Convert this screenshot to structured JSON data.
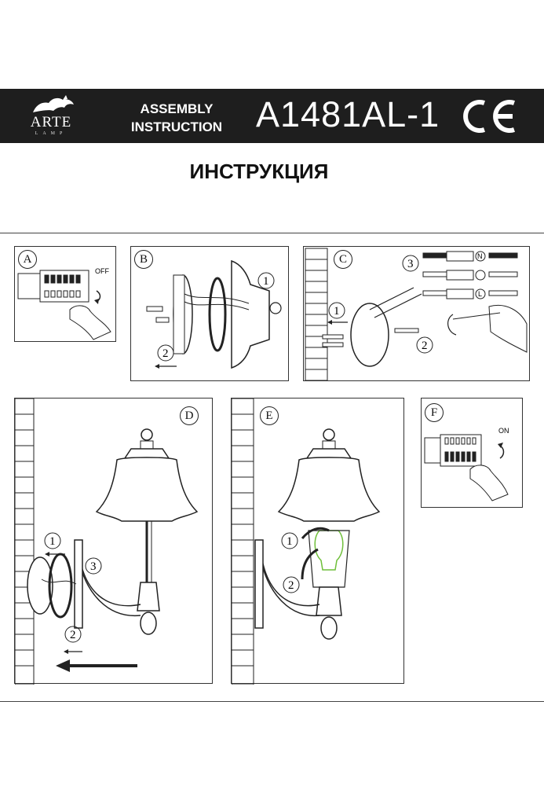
{
  "header": {
    "brand": "ARTE",
    "brand_sub": "LAMP",
    "assembly_line1": "ASSEMBLY",
    "assembly_line2": "INSTRUCTION",
    "model": "A1481AL-1",
    "cert_mark": "CE"
  },
  "title_ru": "ИНСТРУКЦИЯ",
  "colors": {
    "banner": "#1e1e1e",
    "line": "#222222",
    "bulb": "#6fbf3a"
  },
  "panels": {
    "A": {
      "label": "A",
      "switch": "OFF"
    },
    "B": {
      "label": "B",
      "step1": "1",
      "step2": "2"
    },
    "C": {
      "label": "C",
      "step1": "1",
      "step2": "2",
      "step3": "3",
      "terminal_n": "N",
      "terminal_l": "L"
    },
    "D": {
      "label": "D",
      "step1": "1",
      "step2": "2",
      "step3": "3"
    },
    "E": {
      "label": "E",
      "step1": "1",
      "step2": "2"
    },
    "F": {
      "label": "F",
      "switch": "ON"
    }
  }
}
